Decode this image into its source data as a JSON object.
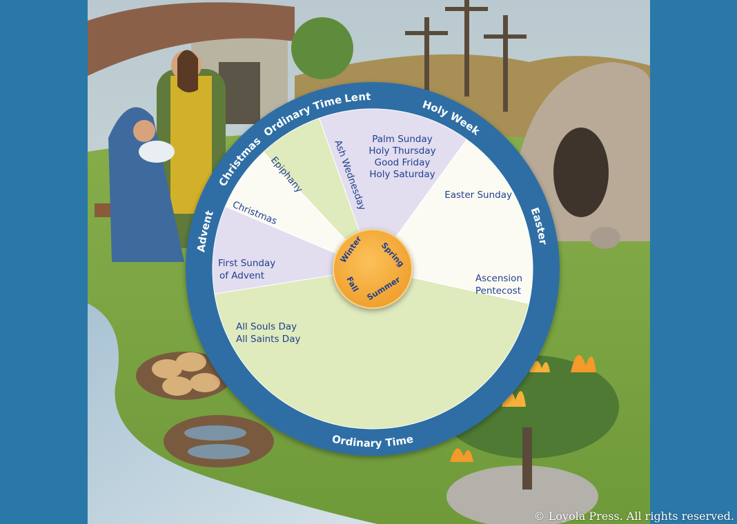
{
  "wheel": {
    "ring_labels": {
      "advent": "Advent",
      "christmas": "Christmas",
      "ordinary_time_top": "Ordinary Time",
      "lent": "Lent",
      "holy_week": "Holy Week",
      "easter": "Easter",
      "ordinary_time_bottom": "Ordinary Time"
    },
    "segment_labels": {
      "ash_wednesday": "Ash Wednesday",
      "palm_sunday": "Palm Sunday",
      "holy_thursday": "Holy Thursday",
      "good_friday": "Good Friday",
      "holy_saturday": "Holy Saturday",
      "easter_sunday": "Easter Sunday",
      "ascension": "Ascension",
      "pentecost": "Pentecost",
      "all_souls_day": "All Souls Day",
      "all_saints_day": "All Saints Day",
      "first_sunday": "First Sunday",
      "of_advent": "of Advent",
      "christmas": "Christmas",
      "epiphany": "Epiphany"
    },
    "seasons": {
      "winter": "Winter",
      "spring": "Spring",
      "summer": "Summer",
      "fall": "Fall"
    },
    "colors": {
      "ring": "#2d6ea5",
      "ordinary": "#dfeabd",
      "purple": "#e2ddef",
      "white": "#fcfbf3",
      "hub": "#f6ad3c",
      "text": "#1f3f8f"
    }
  },
  "copyright": "© Loyola Press. All rights reserved."
}
